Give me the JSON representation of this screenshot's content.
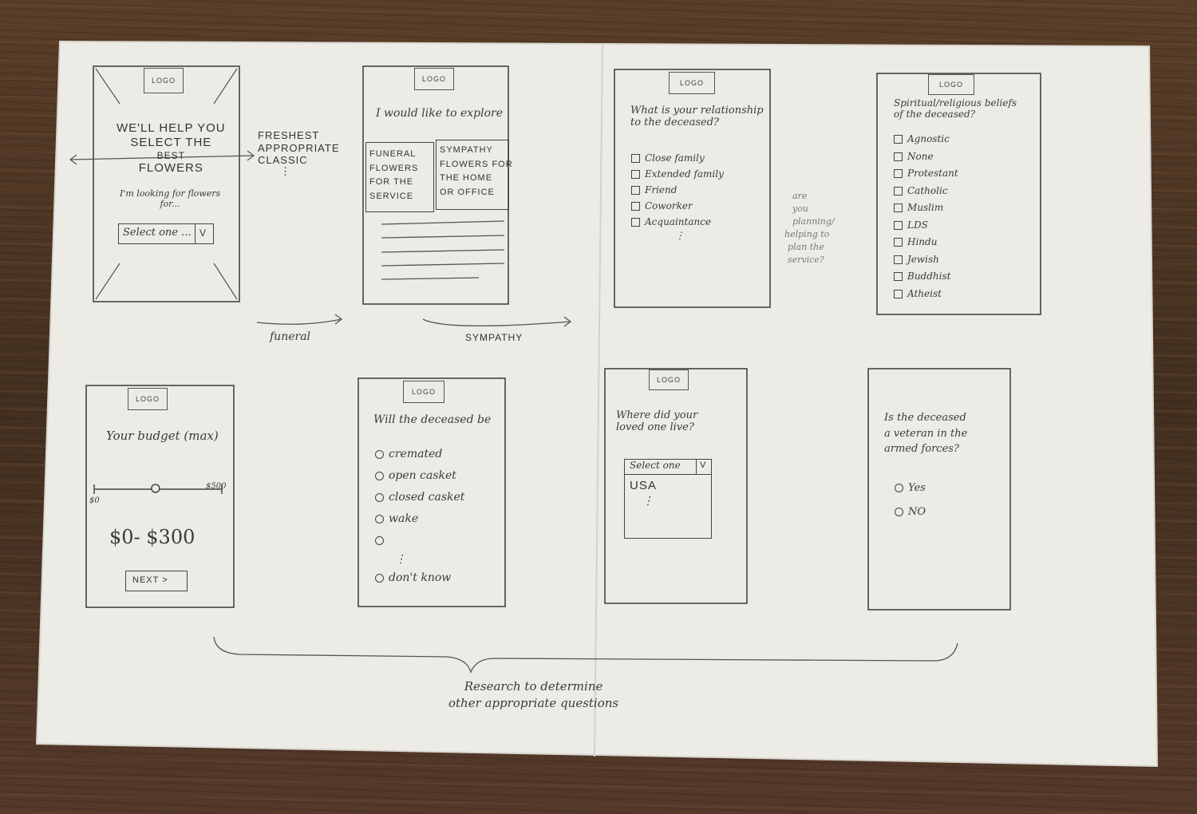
{
  "screen1": {
    "logo": "LOGO",
    "headline": [
      "WE'LL HELP YOU",
      "SELECT THE",
      "BEST",
      "FLOWERS"
    ],
    "prompt": [
      "I'm looking for flowers",
      "for..."
    ],
    "select_label": "Select one ...",
    "select_chevron": "V",
    "side_note": [
      "FRESHEST",
      "APPROPRIATE",
      "CLASSIC"
    ],
    "arrow_label": "funeral"
  },
  "screen2": {
    "logo": "LOGO",
    "title": "I would like to explore",
    "card1": [
      "FUNERAL",
      "FLOWERS",
      "FOR THE",
      "SERVICE"
    ],
    "card2": [
      "SYMPATHY",
      "FLOWERS FOR",
      "THE HOME",
      "OR OFFICE"
    ],
    "arrow_label": "SYMPATHY"
  },
  "screen3": {
    "logo": "LOGO",
    "title": [
      "What is your relationship",
      "to the deceased?"
    ],
    "options": [
      "Close family",
      "Extended family",
      "Friend",
      "Coworker",
      "Acquaintance"
    ],
    "note": [
      "are",
      "you",
      "planning/",
      "helping to",
      "plan the",
      "service?"
    ]
  },
  "screen4": {
    "logo": "LOGO",
    "title": [
      "Spiritual/religious beliefs",
      "of the deceased?"
    ],
    "options": [
      "Agnostic",
      "None",
      "Protestant",
      "Catholic",
      "Muslim",
      "LDS",
      "Hindu",
      "Jewish",
      "Buddhist",
      "Atheist"
    ]
  },
  "screen5": {
    "logo": "LOGO",
    "title": "Your budget (max)",
    "min_label": "$0",
    "max_label": "$500",
    "range_value": "$0- $300",
    "slider_fraction": 0.48,
    "next_label": "NEXT >"
  },
  "screen6": {
    "logo": "LOGO",
    "title": "Will the deceased be",
    "options": [
      "cremated",
      "open casket",
      "closed casket",
      "wake",
      "",
      "don't know"
    ]
  },
  "screen7": {
    "logo": "LOGO",
    "title": [
      "Where did your",
      "loved one live?"
    ],
    "select_label": "Select one",
    "select_chevron": "V",
    "first_option": "USA"
  },
  "screen8": {
    "title": [
      "Is the deceased",
      "a veteran in the",
      "armed forces?"
    ],
    "options": [
      "Yes",
      "NO"
    ]
  },
  "footer_note": [
    "Research to determine",
    "other appropriate questions"
  ]
}
